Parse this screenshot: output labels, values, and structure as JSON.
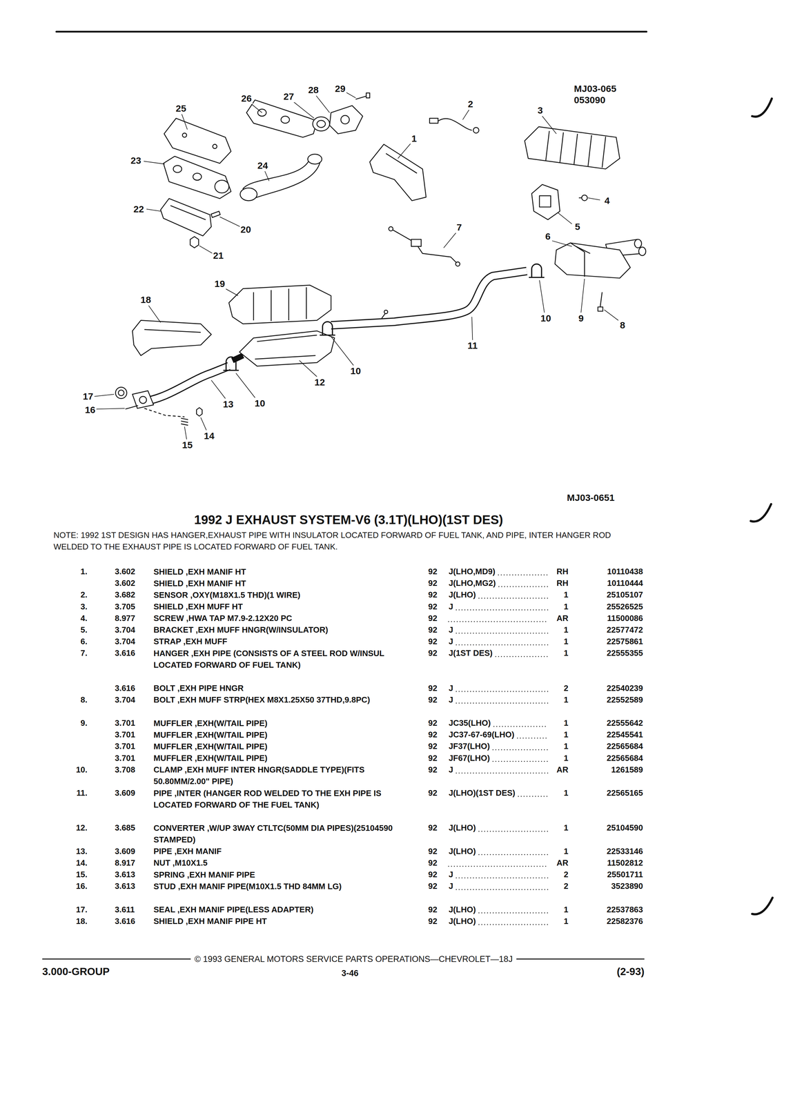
{
  "diagram": {
    "title": "1992 J EXHAUST SYSTEM-V6 (3.1T)(LHO)(1ST DES)",
    "labels": [
      "MJ03-065",
      "053090",
      "25",
      "26",
      "27",
      "28",
      "29",
      "2",
      "3",
      "1",
      "23",
      "24",
      "4",
      "22",
      "5",
      "20",
      "7",
      "6",
      "21",
      "19",
      "18",
      "10",
      "9",
      "8",
      "11",
      "10",
      "12",
      "17",
      "13",
      "10",
      "16",
      "14",
      "15",
      "MJ03-0651",
      "NOTE: 1992 1ST DESIGN HAS HANGER,EXHAUST PIPE WITH INSULATOR LOCATED FORWARD OF FUEL TANK, AND PIPE, INTER HANGER ROD WELDED TO THE EXHAUST PIPE IS LOCATED FORWARD OF FUEL TANK.",
      "1.",
      "3.602",
      "SHIELD ,EXH MANIF HT",
      "92",
      "J(LHO,MD9)",
      "RH",
      "10110438",
      "3.602",
      "SHIELD ,EXH MANIF HT",
      "92",
      "J(LHO,MG2)",
      "RH",
      "10110444",
      "2.",
      "3.682",
      "SENSOR ,OXY(M18X1.5 THD)(1 WIRE)",
      "92",
      "J(LHO)",
      "1",
      "25105107",
      "3.",
      "3.705",
      "SHIELD ,EXH MUFF HT",
      "92",
      "J",
      "1",
      "25526525",
      "4.",
      "8.977",
      "SCREW ,HWA TAP M7.9-2.12X20 PC",
      "92",
      "AR",
      "11500086",
      "5.",
      "3.704",
      "BRACKET ,EXH MUFF HNGR(W/INSULATOR)",
      "92",
      "J",
      "1",
      "22577472",
      "6.",
      "3.704",
      "STRAP ,EXH MUFF",
      "92",
      "J",
      "1",
      "22575861",
      "7.",
      "3.616",
      "HANGER ,EXH PIPE (CONSISTS OF A STEEL ROD W/INSUL LOCATED FORWARD OF FUEL TANK)",
      "92",
      "J(1ST DES)",
      "1",
      "22555355",
      "3.616",
      "BOLT ,EXH PIPE HNGR",
      "92",
      "J",
      "2",
      "22540239",
      "8.",
      "3.704",
      "BOLT ,EXH MUFF STRP(HEX M8X1.25X50 37THD,9.8PC)",
      "92",
      "J",
      "1",
      "22552589",
      "9.",
      "3.701",
      "MUFFLER ,EXH(W/TAIL PIPE)",
      "92",
      "JC35(LHO)",
      "1",
      "22555642",
      "3.701",
      "MUFFLER ,EXH(W/TAIL PIPE)",
      "92",
      "JC37-67-69(LHO)",
      "1",
      "22545541",
      "3.701",
      "MUFFLER ,EXH(W/TAIL PIPE)",
      "92",
      "JF37(LHO)",
      "1",
      "22565684",
      "3.701",
      "MUFFLER ,EXH(W/TAIL PIPE)",
      "92",
      "JF67(LHO)",
      "1",
      "22565684",
      "10.",
      "3.708",
      "CLAMP ,EXH MUFF INTER HNGR(SADDLE TYPE)(FITS 50.80MM/2.00\" PIPE)",
      "92",
      "J",
      "AR",
      "1261589",
      "11.",
      "3.609",
      "PIPE ,INTER (HANGER ROD WELDED TO THE EXH PIPE IS LOCATED FORWARD OF THE FUEL TANK)",
      "92",
      "J(LHO)(1ST DES)",
      "1",
      "22565165",
      "12.",
      "3.685",
      "CONVERTER ,W/UP 3WAY CTLTC(50MM DIA PIPES)(25104590 STAMPED)",
      "92",
      "J(LHO)",
      "1",
      "25104590",
      "13.",
      "3.609",
      "PIPE ,EXH MANIF",
      "92",
      "J(LHO)",
      "1",
      "22533146",
      "14.",
      "8.917",
      "NUT ,M10X1.5",
      "92",
      "AR",
      "11502812",
      "15.",
      "3.613",
      "SPRING ,EXH MANIF PIPE",
      "92",
      "J",
      "2",
      "25501711",
      "16.",
      "3.613",
      "STUD ,EXH MANIF PIPE(M10X1.5 THD 84MM LG)",
      "92",
      "J",
      "2",
      "3523890",
      "17.",
      "3.611",
      "SEAL ,EXH MANIF PIPE(LESS ADAPTER)",
      "92",
      "J(LHO)",
      "1",
      "22537863",
      "18.",
      "3.616",
      "SHIELD ,EXH MANIF PIPE HT",
      "92",
      "J(LHO)",
      "1",
      "22582376",
      "© 1993 GENERAL MOTORS SERVICE PARTS OPERATIONS—CHEVROLET—18J",
      "3.000-GROUP",
      "3-46",
      "(2-93)"
    ]
  }
}
